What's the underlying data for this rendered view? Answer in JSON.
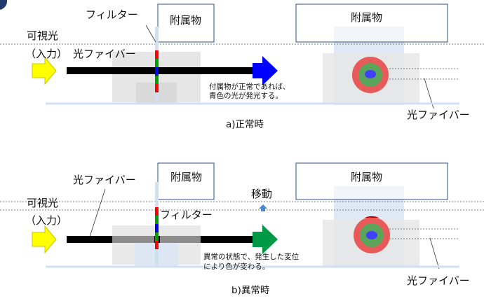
{
  "panel_a": {
    "filter_label": "フィルター",
    "attachment_left": "附属物",
    "attachment_right": "附属物",
    "visible_light": "可視光",
    "input": "（入力）",
    "fiber_label": "光ファイバー",
    "note_line1": "付属物が正常であれば、",
    "note_line2": "青色の光が発光する。",
    "fiber_right_label": "光ファイバー",
    "caption": "a)正常時"
  },
  "panel_b": {
    "fiber_label": "光ファイバー",
    "attachment_left": "附属物",
    "attachment_right": "附属物",
    "movement": "移動",
    "visible_light": "可視光",
    "input": "（入力）",
    "filter_label": "フィルター",
    "note_line1": "異常の状態で、発生した変位",
    "note_line2": "により色が変わる。",
    "fiber_right_label": "光ファイバー",
    "caption": "b)異常時"
  },
  "colors": {
    "input_arrow": "#ffff00",
    "output_arrow_normal": "#0000ff",
    "output_arrow_abnormal": "#009944",
    "ring_outer": "#e85a5a",
    "ring_middle": "#5aa55a",
    "core": "#4040ff",
    "attachment_fill": "#cfe0f3",
    "attachment_border": "#2f4f7f",
    "filter_segments": [
      "#ff0000",
      "#00a000",
      "#0000ff",
      "#00a000",
      "#ff0000"
    ]
  }
}
